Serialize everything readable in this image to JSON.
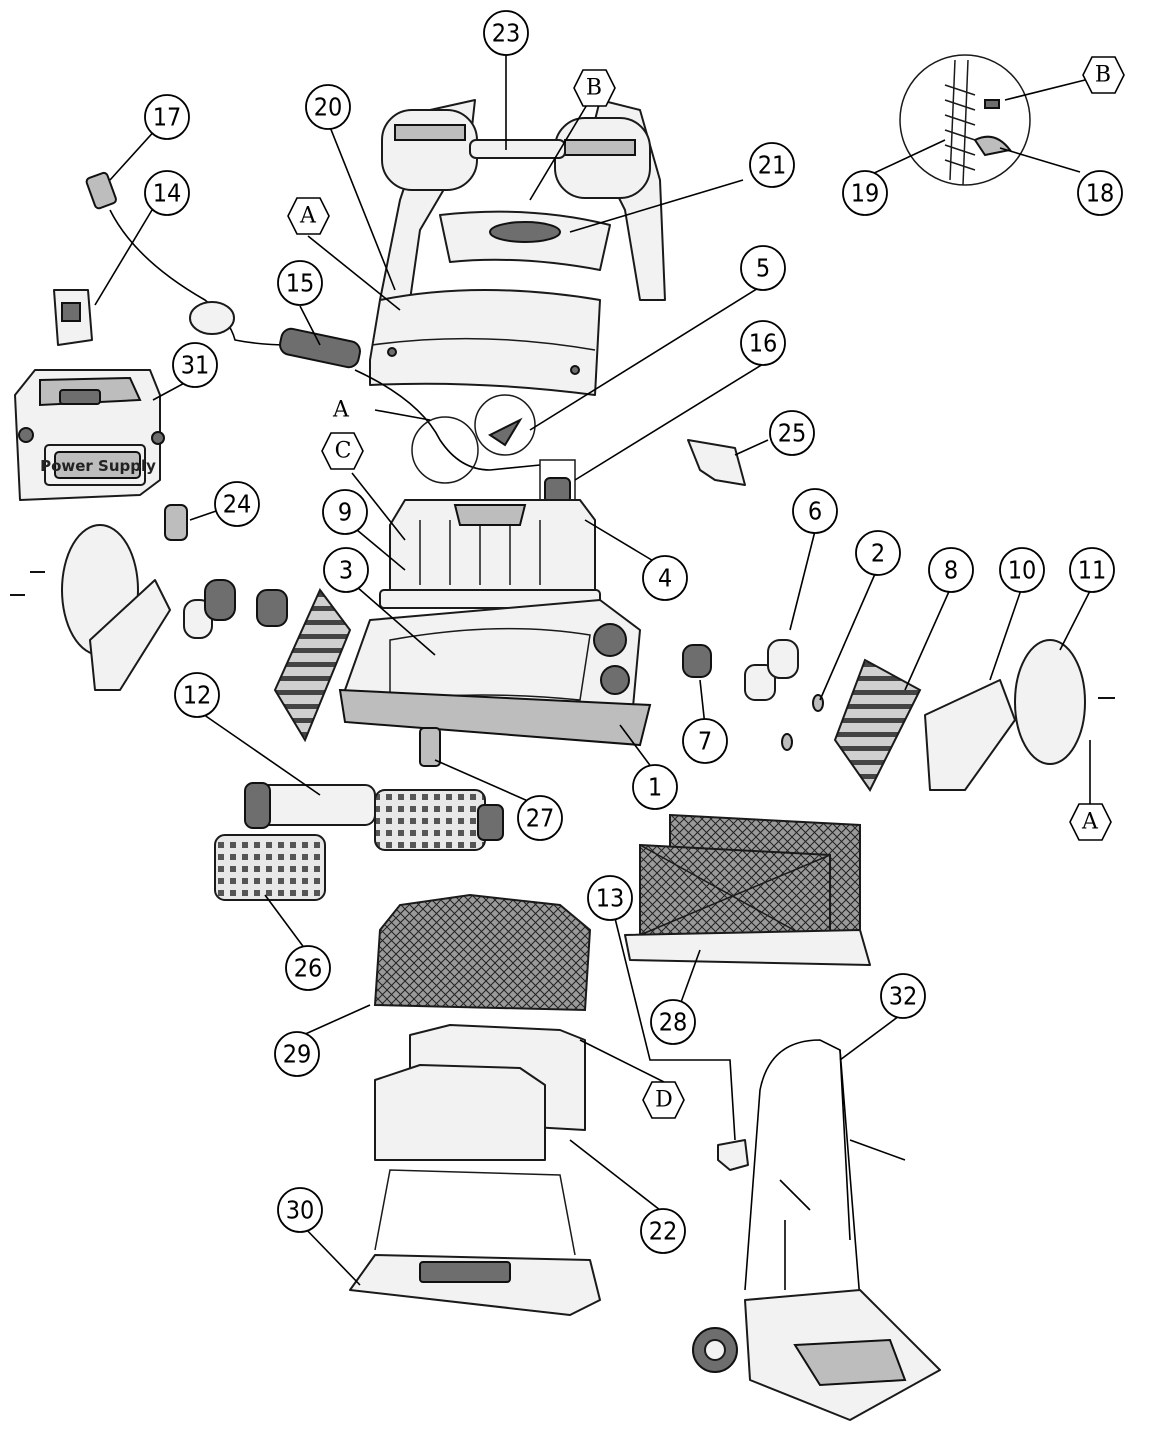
{
  "diagram": {
    "power_supply_label": "Power Supply",
    "callouts": [
      "1",
      "2",
      "3",
      "4",
      "5",
      "6",
      "7",
      "8",
      "9",
      "10",
      "11",
      "12",
      "13",
      "14",
      "15",
      "16",
      "17",
      "18",
      "19",
      "20",
      "21",
      "22",
      "23",
      "24",
      "25",
      "26",
      "27",
      "28",
      "29",
      "30",
      "31",
      "32"
    ],
    "reference_letters": [
      "A",
      "B",
      "C",
      "D"
    ]
  }
}
